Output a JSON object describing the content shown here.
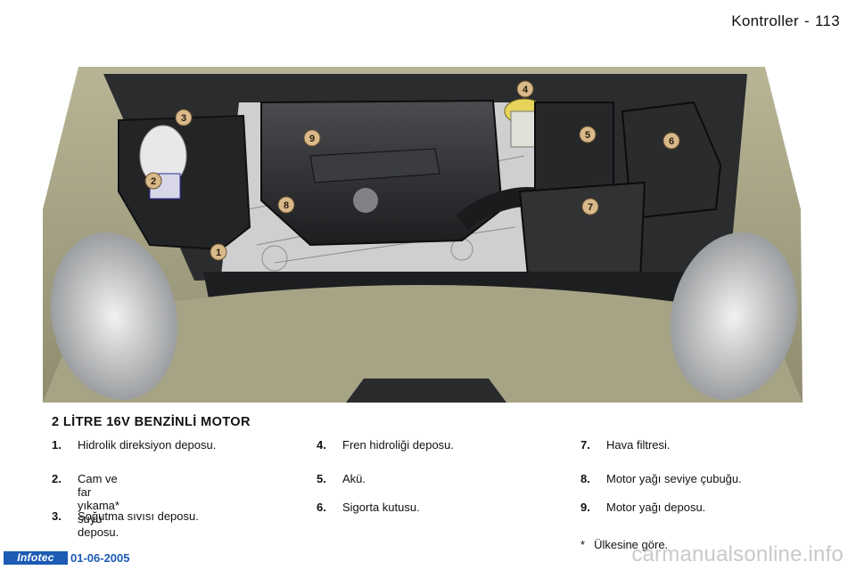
{
  "header": {
    "section": "Kontroller",
    "page_number": "113"
  },
  "title": "2 LİTRE 16V BENZİNLİ MOTOR",
  "callouts": [
    "1",
    "2",
    "3",
    "4",
    "5",
    "6",
    "7",
    "8",
    "9"
  ],
  "legend": [
    {
      "num": "1.",
      "text": "Hidrolik direksiyon deposu."
    },
    {
      "num": "2.",
      "text": "Cam ve far yıkama* suyu\ndeposu."
    },
    {
      "num": "3.",
      "text": "Soğutma sıvısı deposu."
    },
    {
      "num": "4.",
      "text": "Fren hidroliği deposu."
    },
    {
      "num": "5.",
      "text": "Akü."
    },
    {
      "num": "6.",
      "text": "Sigorta kutusu."
    },
    {
      "num": "7.",
      "text": "Hava filtresi."
    },
    {
      "num": "8.",
      "text": "Motor yağı seviye çubuğu."
    },
    {
      "num": "9.",
      "text": "Motor yağı deposu."
    }
  ],
  "footnote": {
    "star": "*",
    "text": "Ülkesine göre."
  },
  "footer": {
    "logo": "Infotec",
    "date": "01-06-2005"
  },
  "watermark": "carmanualsonline.info",
  "colors": {
    "brand_blue": "#1d5bb5",
    "callout_fill": "#d9b98a"
  }
}
